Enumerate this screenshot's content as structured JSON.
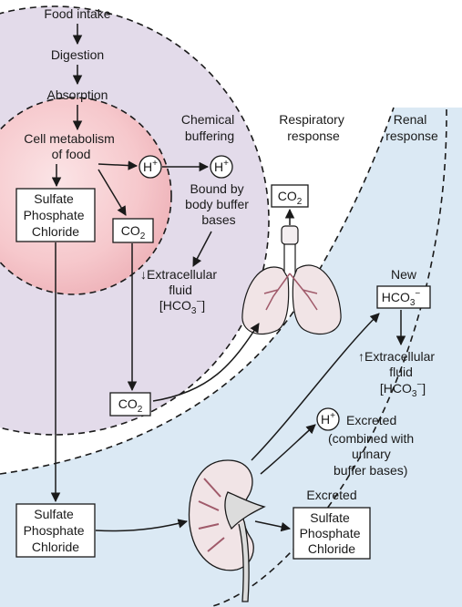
{
  "flow": {
    "food_intake": "Food intake",
    "digestion": "Digestion",
    "absorption": "Absorption",
    "cell_metabolism": [
      "Cell metabolism",
      "of food"
    ]
  },
  "zones": {
    "chemical": [
      "Chemical",
      "buffering"
    ],
    "respiratory": [
      "Respiratory",
      "response"
    ],
    "renal": [
      "Renal",
      "response"
    ]
  },
  "ions": {
    "acids": [
      "Sulfate",
      "Phosphate",
      "Chloride"
    ],
    "h_plus": {
      "base": "H",
      "sup": "+"
    },
    "co2": {
      "base": "CO",
      "sub": "2"
    },
    "hco3": {
      "base": "HCO",
      "sub": "3",
      "sup": "−"
    }
  },
  "labels": {
    "bound_by": [
      "Bound by",
      "body buffer",
      "bases"
    ],
    "down_arrow": "↓",
    "up_arrow": "↑",
    "extracellular": [
      "Extracellular",
      "fluid"
    ],
    "new": "New",
    "excreted_h": [
      "Excreted",
      "(combined with",
      "urinary",
      "buffer bases)"
    ],
    "excreted": "Excreted"
  },
  "colors": {
    "cell_zone": "#f6c8cc",
    "chemical_zone": "#e3dbea",
    "renal_zone": "#dbe9f4",
    "organ": "#f1e4e6",
    "line": "#1a1a1a"
  }
}
